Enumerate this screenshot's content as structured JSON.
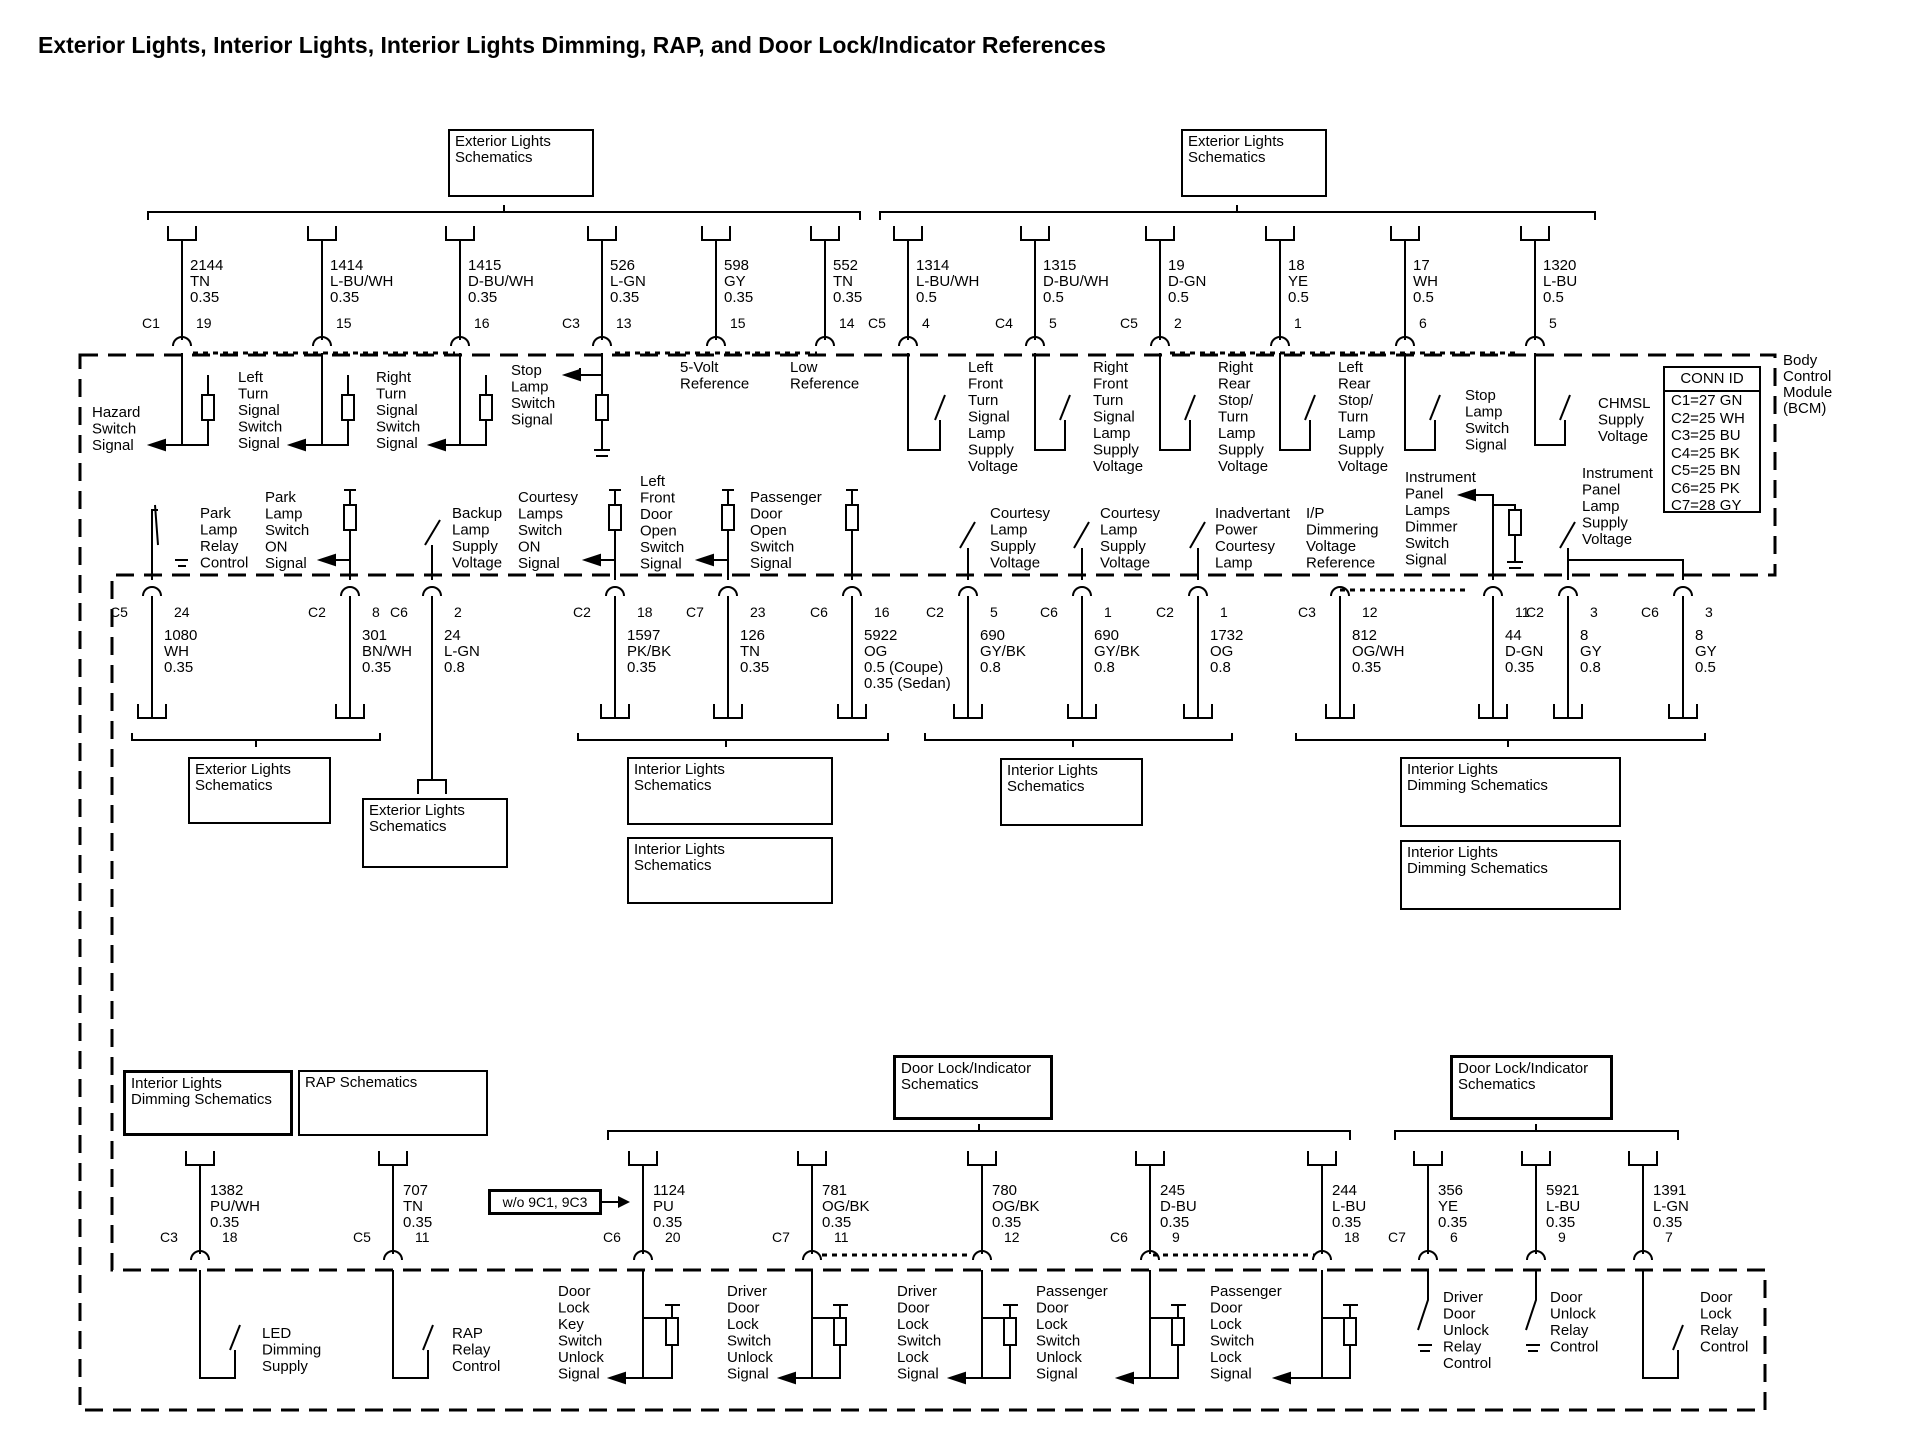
{
  "title": "Exterior Lights, Interior Lights, Interior Lights Dimming, RAP, and Door Lock/Indicator References",
  "module_label": "Body\nControl\nModule\n(BCM)",
  "conn_id": {
    "header": "CONN ID",
    "rows": [
      "C1=27 GN",
      "C2=25 WH",
      "C3=25 BU",
      "C4=25 BK",
      "C5=25 BN",
      "C6=25 PK",
      "C7=28 GY"
    ]
  },
  "wo_tag": "w/o 9C1, 9C3",
  "schematic_boxes": [
    {
      "label": "Exterior Lights\nSchematics"
    },
    {
      "label": "Exterior Lights\nSchematics"
    },
    {
      "label": "Exterior Lights\nSchematics"
    },
    {
      "label": "Exterior Lights\nSchematics"
    },
    {
      "label": "Interior Lights\nSchematics"
    },
    {
      "label": "Interior Lights\nSchematics"
    },
    {
      "label": "Interior Lights\nSchematics"
    },
    {
      "label": "Interior Lights\nDimming Schematics"
    },
    {
      "label": "Interior Lights\nDimming Schematics"
    },
    {
      "label": "Interior Lights\nDimming Schematics"
    },
    {
      "label": "RAP Schematics"
    },
    {
      "label": "Door Lock/Indicator\nSchematics"
    },
    {
      "label": "Door Lock/Indicator\nSchematics"
    }
  ],
  "row1": [
    {
      "conn": "C1",
      "pin": "19",
      "circuit": "2144",
      "color": "TN",
      "gauge": "0.35",
      "func": "Hazard\nSwitch\nSignal"
    },
    {
      "conn": "",
      "pin": "15",
      "circuit": "1414",
      "color": "L-BU/WH",
      "gauge": "0.35",
      "func": "Left\nTurn\nSignal\nSwitch\nSignal"
    },
    {
      "conn": "",
      "pin": "16",
      "circuit": "1415",
      "color": "D-BU/WH",
      "gauge": "0.35",
      "func": "Right\nTurn\nSignal\nSwitch\nSignal"
    },
    {
      "conn": "C3",
      "pin": "13",
      "circuit": "526",
      "color": "L-GN",
      "gauge": "0.35",
      "func": "Stop\nLamp\nSwitch\nSignal"
    },
    {
      "conn": "",
      "pin": "15",
      "circuit": "598",
      "color": "GY",
      "gauge": "0.35",
      "func": "5-Volt\nReference"
    },
    {
      "conn": "",
      "pin": "14",
      "circuit": "552",
      "color": "TN",
      "gauge": "0.35",
      "func": "Low\nReference"
    },
    {
      "conn": "C5",
      "pin": "4",
      "circuit": "1314",
      "color": "L-BU/WH",
      "gauge": "0.5",
      "func": "Left\nFront\nTurn\nSignal\nLamp\nSupply\nVoltage"
    },
    {
      "conn": "C4",
      "pin": "5",
      "circuit": "1315",
      "color": "D-BU/WH",
      "gauge": "0.5",
      "func": "Right\nFront\nTurn\nSignal\nLamp\nSupply\nVoltage"
    },
    {
      "conn": "C5",
      "pin": "2",
      "circuit": "19",
      "color": "D-GN",
      "gauge": "0.5",
      "func": "Right\nRear\nStop/\nTurn\nLamp\nSupply\nVoltage"
    },
    {
      "conn": "",
      "pin": "1",
      "circuit": "18",
      "color": "YE",
      "gauge": "0.5",
      "func": "Left\nRear\nStop/\nTurn\nLamp\nSupply\nVoltage"
    },
    {
      "conn": "",
      "pin": "6",
      "circuit": "17",
      "color": "WH",
      "gauge": "0.5",
      "func": "Stop\nLamp\nSwitch\nSignal"
    },
    {
      "conn": "",
      "pin": "5",
      "circuit": "1320",
      "color": "L-BU",
      "gauge": "0.5",
      "func": "CHMSL\nSupply\nVoltage"
    }
  ],
  "row2": [
    {
      "conn": "C5",
      "pin": "24",
      "circuit": "1080",
      "color": "WH",
      "gauge": "0.35",
      "func": "Park\nLamp\nRelay\nControl"
    },
    {
      "conn": "C2",
      "pin": "8",
      "circuit": "301",
      "color": "BN/WH",
      "gauge": "0.35",
      "func": "Park\nLamp\nSwitch\nON\nSignal"
    },
    {
      "conn": "C6",
      "pin": "2",
      "circuit": "24",
      "color": "L-GN",
      "gauge": "0.8",
      "func": "Backup\nLamp\nSupply\nVoltage"
    },
    {
      "conn": "C2",
      "pin": "18",
      "circuit": "1597",
      "color": "PK/BK",
      "gauge": "0.35",
      "func": "Left\nFront\nDoor\nOpen\nSwitch\nSignal"
    },
    {
      "conn": "C7",
      "pin": "23",
      "circuit": "126",
      "color": "TN",
      "gauge": "0.35",
      "func": "Passenger\nDoor\nOpen\nSwitch\nSignal"
    },
    {
      "conn": "C6",
      "pin": "16",
      "circuit": "5922",
      "color": "OG",
      "gauge": "0.5 (Coupe)\n0.35 (Sedan)",
      "func": ""
    },
    {
      "conn": "C2",
      "pin": "5",
      "circuit": "690",
      "color": "GY/BK",
      "gauge": "0.8",
      "func": "Courtesy\nLamp\nSupply\nVoltage"
    },
    {
      "conn": "C6",
      "pin": "1",
      "circuit": "690",
      "color": "GY/BK",
      "gauge": "0.8",
      "func": "Courtesy\nLamp\nSupply\nVoltage"
    },
    {
      "conn": "C2",
      "pin": "1",
      "circuit": "1732",
      "color": "OG",
      "gauge": "0.8",
      "func": "Inadvertant\nPower\nCourtesy\nLamp"
    },
    {
      "conn": "C3",
      "pin": "12",
      "circuit": "812",
      "color": "OG/WH",
      "gauge": "0.35",
      "func": "I/P\nDimmering\nVoltage\nReference"
    },
    {
      "conn": "",
      "pin": "11",
      "circuit": "44",
      "color": "D-GN",
      "gauge": "0.35",
      "func": "Instrument\nPanel\nLamps\nDimmer\nSwitch\nSignal"
    },
    {
      "conn": "C2",
      "pin": "3",
      "circuit": "8",
      "color": "GY",
      "gauge": "0.8",
      "func": "Instrument\nPanel\nLamp\nSupply\nVoltage"
    },
    {
      "conn": "C6",
      "pin": "3",
      "circuit": "8",
      "color": "GY",
      "gauge": "0.5",
      "func": ""
    }
  ],
  "courtesy_lamps_label": "Courtesy\nLamps\nSwitch\nON\nSignal",
  "row3": [
    {
      "conn": "C3",
      "pin": "18",
      "circuit": "1382",
      "color": "PU/WH",
      "gauge": "0.35",
      "func": "LED\nDimming\nSupply"
    },
    {
      "conn": "C5",
      "pin": "11",
      "circuit": "707",
      "color": "TN",
      "gauge": "0.35",
      "func": "RAP\nRelay\nControl"
    },
    {
      "conn": "C6",
      "pin": "20",
      "circuit": "1124",
      "color": "PU",
      "gauge": "0.35",
      "func": "Door\nLock\nKey\nSwitch\nUnlock\nSignal"
    },
    {
      "conn": "C7",
      "pin": "11",
      "circuit": "781",
      "color": "OG/BK",
      "gauge": "0.35",
      "func": "Driver\nDoor\nLock\nSwitch\nUnlock\nSignal"
    },
    {
      "conn": "",
      "pin": "12",
      "circuit": "780",
      "color": "OG/BK",
      "gauge": "0.35",
      "func": "Driver\nDoor\nLock\nSwitch\nLock\nSignal"
    },
    {
      "conn": "C6",
      "pin": "9",
      "circuit": "245",
      "color": "D-BU",
      "gauge": "0.35",
      "func": "Passenger\nDoor\nLock\nSwitch\nUnlock\nSignal"
    },
    {
      "conn": "",
      "pin": "18",
      "circuit": "244",
      "color": "L-BU",
      "gauge": "0.35",
      "func": "Passenger\nDoor\nLock\nSwitch\nLock\nSignal"
    },
    {
      "conn": "C7",
      "pin": "6",
      "circuit": "356",
      "color": "YE",
      "gauge": "0.35",
      "func": "Driver\nDoor\nUnlock\nRelay\nControl"
    },
    {
      "conn": "",
      "pin": "9",
      "circuit": "5921",
      "color": "L-BU",
      "gauge": "0.35",
      "func": "Door\nUnlock\nRelay\nControl"
    },
    {
      "conn": "",
      "pin": "7",
      "circuit": "1391",
      "color": "L-GN",
      "gauge": "0.35",
      "func": "Door\nLock\nRelay\nControl"
    }
  ]
}
